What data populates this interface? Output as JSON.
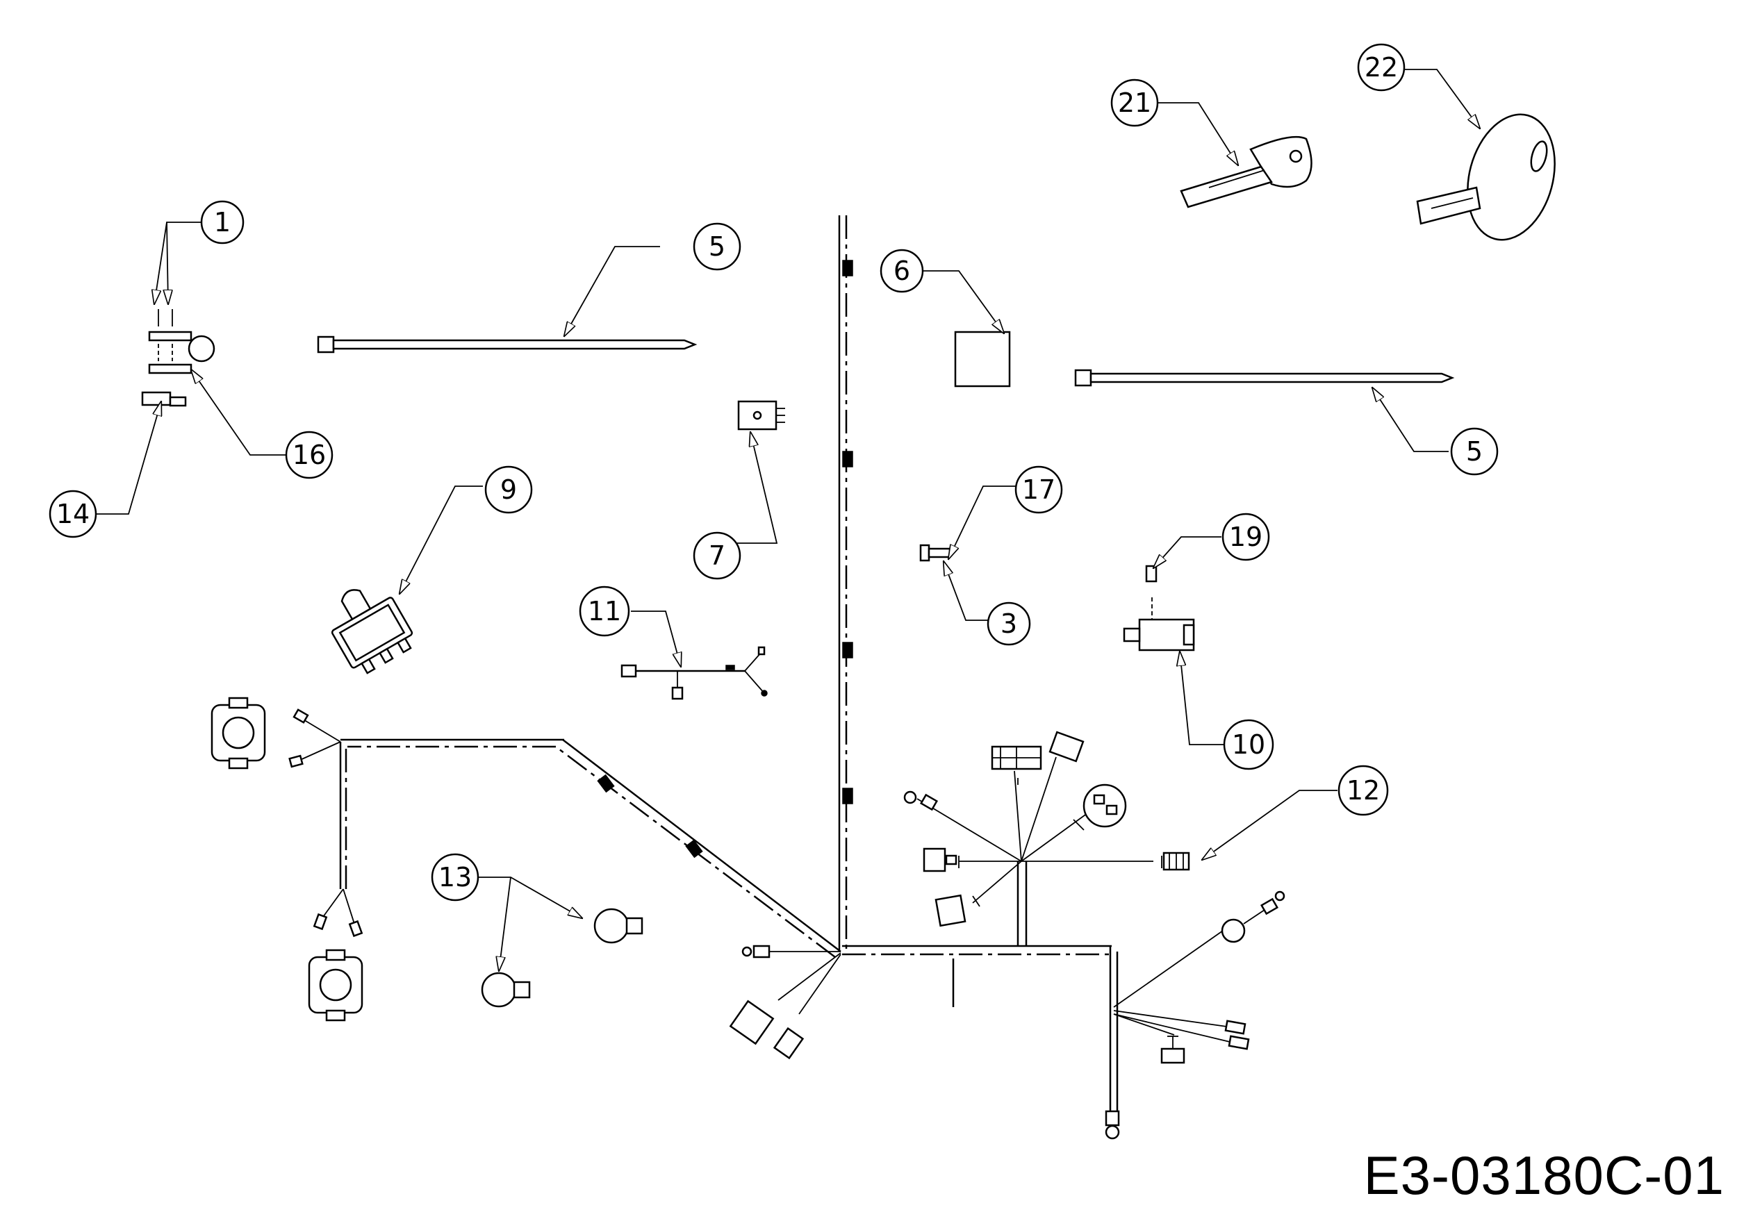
{
  "callouts": [
    {
      "id": "c1",
      "label": "1"
    },
    {
      "id": "c3",
      "label": "3"
    },
    {
      "id": "c5a",
      "label": "5"
    },
    {
      "id": "c5b",
      "label": "5"
    },
    {
      "id": "c6",
      "label": "6"
    },
    {
      "id": "c7",
      "label": "7"
    },
    {
      "id": "c9",
      "label": "9"
    },
    {
      "id": "c10",
      "label": "10"
    },
    {
      "id": "c11",
      "label": "11"
    },
    {
      "id": "c12",
      "label": "12"
    },
    {
      "id": "c13",
      "label": "13"
    },
    {
      "id": "c14",
      "label": "14"
    },
    {
      "id": "c16",
      "label": "16"
    },
    {
      "id": "c17",
      "label": "17"
    },
    {
      "id": "c19",
      "label": "19"
    },
    {
      "id": "c21",
      "label": "21"
    },
    {
      "id": "c22",
      "label": "22"
    }
  ],
  "diagram_code": "E3-03180C-01"
}
